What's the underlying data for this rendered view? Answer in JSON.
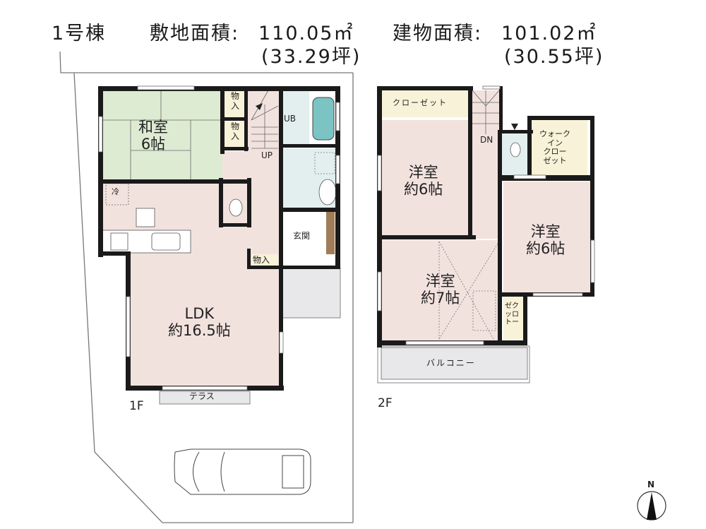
{
  "header": {
    "building": "1号棟",
    "site_area_label": "敷地面積:",
    "site_area_value": "110.05㎡",
    "site_area_tsubo": "(33.29坪)",
    "floor_area_label": "建物面積:",
    "floor_area_value": "101.02㎡",
    "floor_area_tsubo": "(30.55坪)"
  },
  "floor1": {
    "label": "1F",
    "rooms": {
      "washitsu": {
        "name": "和室",
        "size": "6帖"
      },
      "storage1": "物入",
      "storage2": "物入",
      "storage3": "物入",
      "stairs": "UP",
      "bath": "UB",
      "entrance": "玄関",
      "ldk": {
        "name": "LDK",
        "size": "約16.5帖"
      },
      "terrace": "テラス",
      "fridge": "冷"
    }
  },
  "floor2": {
    "label": "2F",
    "rooms": {
      "closet": "クローゼット",
      "stairs": "DN",
      "wic": [
        "ウォーク",
        "イン",
        "クロー",
        "ゼット"
      ],
      "western1": {
        "name": "洋室",
        "size": "約6帖"
      },
      "western2": {
        "name": "洋室",
        "size": "約6帖"
      },
      "western3": {
        "name": "洋室",
        "size": "約7帖"
      },
      "closet_small": [
        "ゼク",
        "ッロ",
        "トー"
      ],
      "balcony": "バルコニー"
    }
  },
  "compass": {
    "label": "N"
  },
  "colors": {
    "washitsu": "#dcebd2",
    "room": "#f2e2de",
    "storage": "#f8f2d8",
    "wet": "#e3efef",
    "tub": "#7cc3c3",
    "balcony": "#e8e8ea",
    "shoe": "#a07c58",
    "wall": "#1a1a1a"
  }
}
